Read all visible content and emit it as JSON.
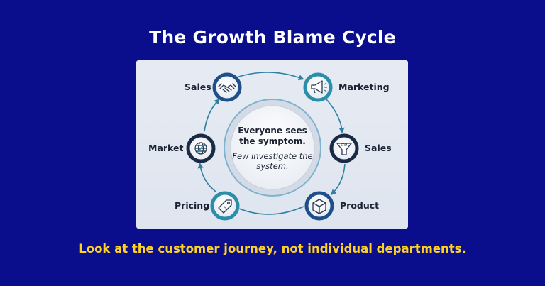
{
  "title": "The Growth Blame Cycle",
  "footer": "Look at the customer journey, not individual departments.",
  "diagram": {
    "center": {
      "headline": "Everyone sees the symptom.",
      "subline": "Few investigate the system."
    },
    "nodes": [
      {
        "label": "Sales",
        "icon": "handshake-icon",
        "ring": "#1e4f8a"
      },
      {
        "label": "Marketing",
        "icon": "megaphone-icon",
        "ring": "#2a8ea8"
      },
      {
        "label": "Sales",
        "icon": "funnel-icon",
        "ring": "#1b2a44"
      },
      {
        "label": "Product",
        "icon": "box-icon",
        "ring": "#1e4f8a"
      },
      {
        "label": "Pricing",
        "icon": "price-tag-icon",
        "ring": "#2a8ea8"
      },
      {
        "label": "Market",
        "icon": "globe-icon",
        "ring": "#1b2a44"
      }
    ],
    "colors": {
      "background": "#0a0e8c",
      "title": "#ffffff",
      "footer": "#ffd21f",
      "arrow": "#2f7fa3",
      "panel": "#e3e8f1"
    }
  }
}
